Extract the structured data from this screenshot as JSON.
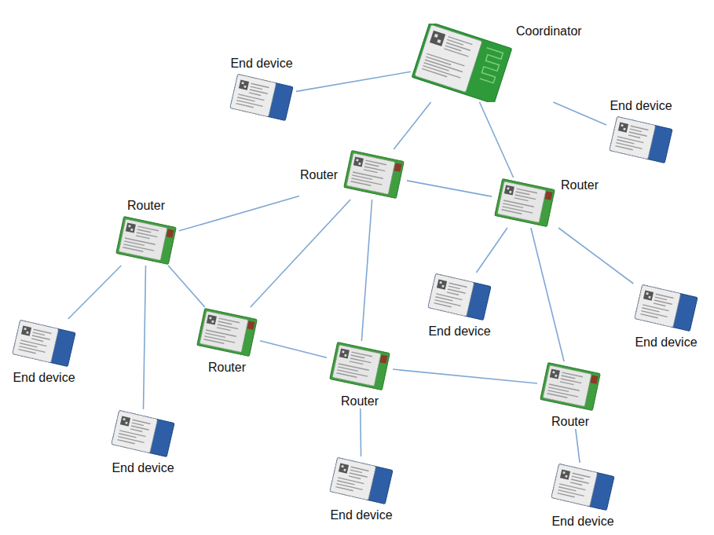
{
  "diagram": {
    "nodes": [
      {
        "text": [
          "Coordinator"
        ]
      },
      {
        "text": [
          "End device"
        ]
      },
      {
        "text": [
          "End device"
        ]
      },
      {
        "text": [
          "Router"
        ]
      },
      {
        "text": [
          "Router"
        ]
      },
      {
        "text": [
          "Router"
        ]
      },
      {
        "text": [
          "End device"
        ]
      },
      {
        "text": [
          "Router"
        ]
      },
      {
        "text": [
          "Router"
        ]
      },
      {
        "text": [
          "End device"
        ]
      },
      {
        "text": [
          "End device"
        ]
      },
      {
        "text": [
          "End device"
        ]
      },
      {
        "text": [
          "End device"
        ]
      },
      {
        "text": [
          "Router"
        ]
      },
      {
        "text": [
          "End device"
        ]
      }
    ],
    "edges": [
      {
        "from": 0,
        "to": 1,
        "arrow": "none"
      },
      {
        "from": 0,
        "to": 2,
        "arrow": "none"
      },
      {
        "from": 0,
        "to": 3,
        "arrow": "none"
      },
      {
        "from": 0,
        "to": 4,
        "arrow": "none"
      },
      {
        "from": 3,
        "to": 5,
        "arrow": "none"
      },
      {
        "from": 3,
        "to": 4,
        "arrow": "none"
      },
      {
        "from": 3,
        "to": 7,
        "arrow": "none"
      },
      {
        "from": 3,
        "to": 8,
        "arrow": "none"
      },
      {
        "from": 5,
        "to": 6,
        "arrow": "none"
      },
      {
        "from": 5,
        "to": 11,
        "arrow": "none"
      },
      {
        "from": 5,
        "to": 7,
        "arrow": "none"
      },
      {
        "from": 7,
        "to": 8,
        "arrow": "none"
      },
      {
        "from": 4,
        "to": 9,
        "arrow": "none"
      },
      {
        "from": 4,
        "to": 10,
        "arrow": "none"
      },
      {
        "from": 4,
        "to": 13,
        "arrow": "none"
      },
      {
        "from": 8,
        "to": 13,
        "arrow": "none"
      },
      {
        "from": 8,
        "to": 12,
        "arrow": "none"
      },
      {
        "from": 13,
        "to": 14,
        "arrow": "none"
      }
    ]
  }
}
